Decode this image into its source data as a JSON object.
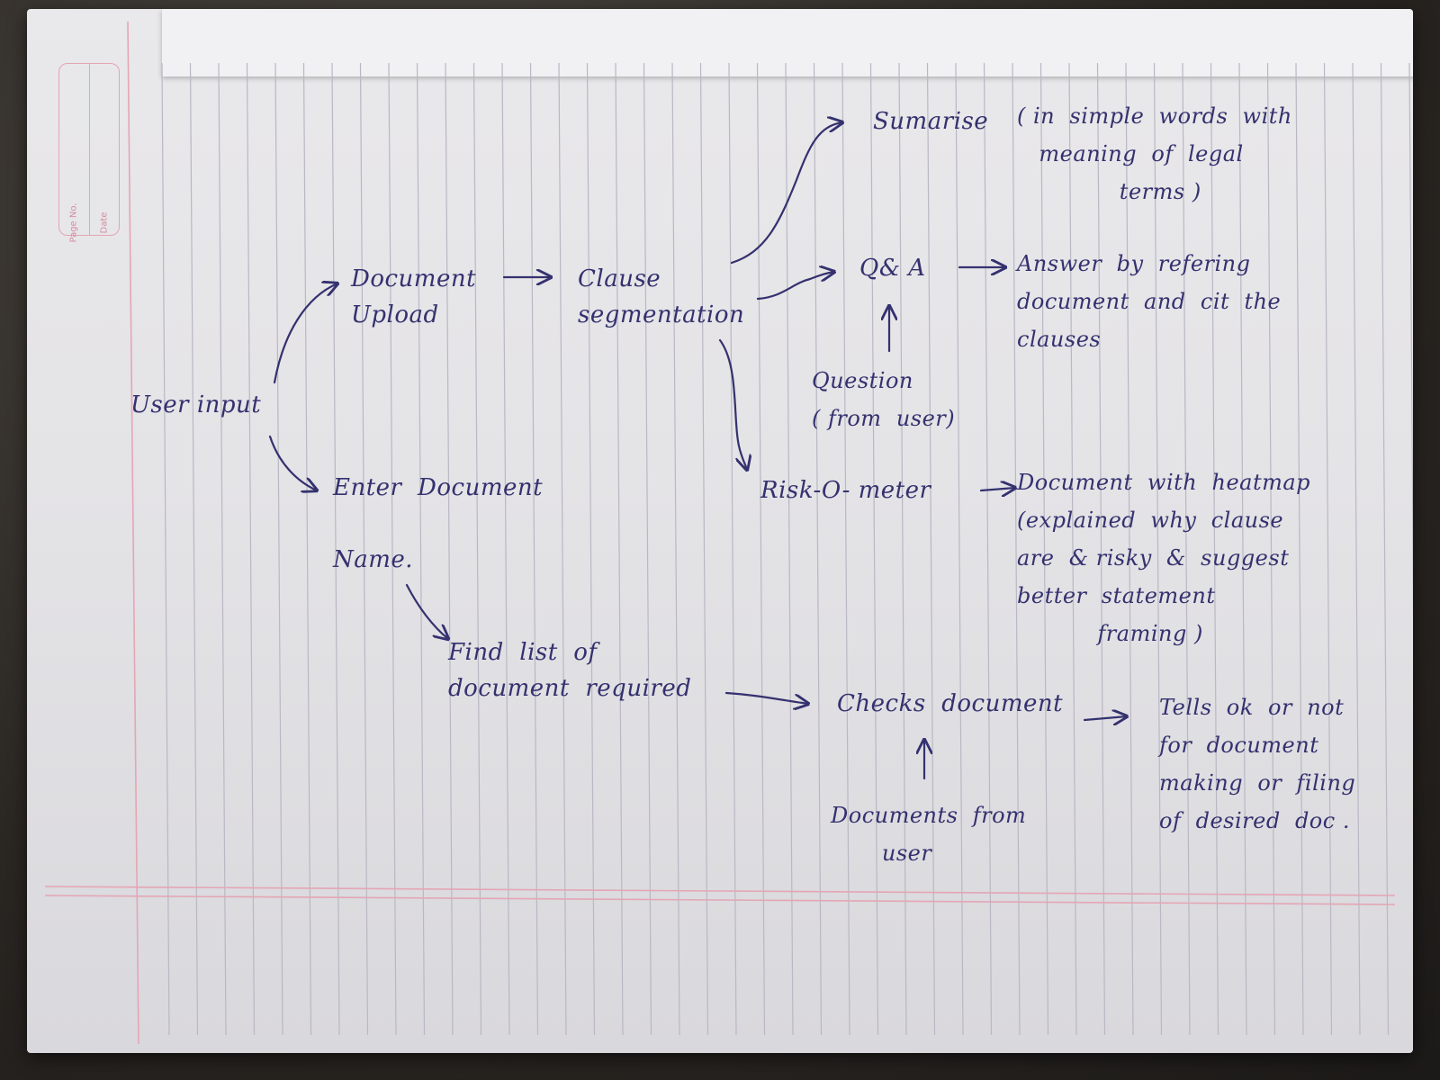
{
  "page_header": {
    "page_no_label": "Page No.",
    "date_label": "Date"
  },
  "nodes": {
    "user_input": "User input",
    "document_upload": "Document\nUpload",
    "clause_segmentation": "Clause\nsegmentation",
    "summarise": "Sumarise",
    "summarise_note": "( in  simple  words  with\n   meaning  of  legal\n              terms )",
    "qa": "Q& A",
    "qa_answer": "Answer  by  refering\ndocument  and  cit  the\nclauses",
    "question": "Question\n( from  user)",
    "risk_meter": "Risk-O- meter",
    "risk_output": "Document  with  heatmap\n(explained  why  clause\nare  & risky  &  suggest\nbetter  statement\n           framing )",
    "enter_document_name": "Enter  Document\n\nName.",
    "find_list": "Find  list  of\ndocument  required",
    "checks_document": "Checks  document",
    "documents_from_user": "Documents  from\n       user",
    "tells_ok": "Tells  ok  or  not\nfor  document\nmaking  or  filing\nof  desired  doc ."
  },
  "colors": {
    "ink": "#34316f",
    "margin_rule": "#e4a6b5",
    "line_rule": "#b9b8c4",
    "paper": "#e6e5e8"
  }
}
